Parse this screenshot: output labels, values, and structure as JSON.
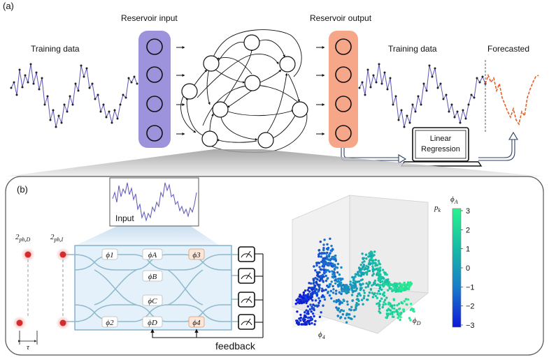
{
  "panel_a": {
    "label": "(a)",
    "training_data_left": "Training data",
    "reservoir_input": "Reservoir input",
    "reservoir_output": "Reservoir output",
    "training_data_right": "Training data",
    "forecasted": "Forecasted",
    "laptop_line1": "Linear",
    "laptop_line2": "Regression"
  },
  "panel_b": {
    "label": "(b)",
    "input_label": "Input",
    "feedback_label": "feedback",
    "tau_label": "τ",
    "source_labels": {
      "d_base": "2",
      "d_sub": "ph,D",
      "i_base": "2",
      "i_sub": "ph,I"
    },
    "phases": {
      "phi1": "ϕ1",
      "phi2": "ϕ2",
      "phiA": "ϕA",
      "phiB": "ϕB",
      "phiC": "ϕC",
      "phiD": "ϕD",
      "phi3": "ϕ3",
      "phi4": "ϕ4"
    },
    "plot3d": {
      "z_label_base": "p",
      "z_label_sub": "k",
      "x_label_base": "ϕ",
      "x_label_sub": "4",
      "y_label_base": "ϕ",
      "y_label_sub": "D",
      "colorbar_title_base": "ϕ",
      "colorbar_title_sub": "A",
      "colorbar_ticks": [
        "3",
        "2",
        "1",
        "0",
        "−1",
        "−2",
        "−3"
      ]
    }
  },
  "colors": {
    "input_layer": "#9d92dc",
    "output_layer": "#f6a78a",
    "series": "#5a55b8",
    "forecast": "#e0602a",
    "chip": "#e4f1fa",
    "waveguide": "#8fb9cc",
    "laser": "#d42b2b"
  }
}
